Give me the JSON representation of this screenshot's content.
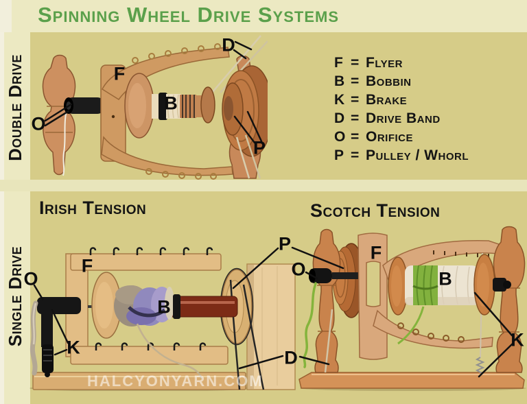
{
  "page": {
    "title": "Spinning Wheel Drive Systems",
    "watermark": "HALCYONYARN.COM",
    "background_color": "#d6cc88",
    "band_color": "#ece9c2",
    "title_color": "#5ba04b"
  },
  "sections": {
    "double_drive": {
      "side_label": "Double Drive"
    },
    "single_drive": {
      "side_label": "Single Drive"
    }
  },
  "legend": {
    "separator": "=",
    "items": [
      {
        "key": "F",
        "value": "Flyer"
      },
      {
        "key": "B",
        "value": "Bobbin"
      },
      {
        "key": "K",
        "value": "Brake"
      },
      {
        "key": "D",
        "value": "Drive Band"
      },
      {
        "key": "O",
        "value": "Orifice"
      },
      {
        "key": "P",
        "value": "Pulley / Whorl"
      }
    ]
  },
  "photos": {
    "double_drive": {
      "callouts": {
        "flyer": "F",
        "bobbin": "B",
        "drive_band": "D",
        "orifice": "O",
        "pulley": "P"
      }
    },
    "irish": {
      "heading": "Irish Tension",
      "callouts": {
        "flyer": "F",
        "bobbin": "B",
        "brake": "K",
        "orifice": "O"
      }
    },
    "scotch": {
      "heading": "Scotch Tension",
      "callouts": {
        "flyer": "F",
        "bobbin": "B",
        "brake": "K",
        "orifice": "O"
      }
    },
    "shared": {
      "callouts": {
        "pulley": "P",
        "drive_band": "D"
      }
    }
  }
}
